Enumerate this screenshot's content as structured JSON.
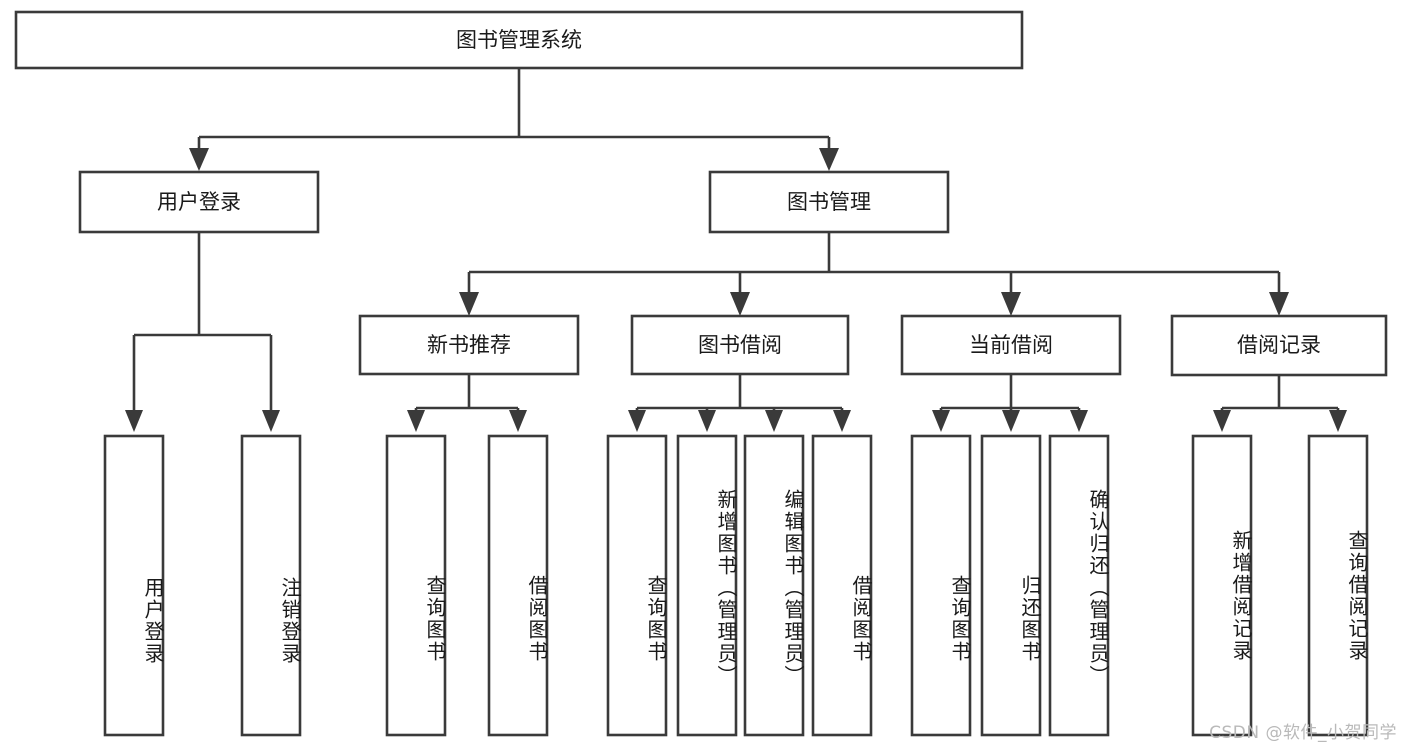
{
  "diagram": {
    "type": "tree-hierarchy",
    "title": "图书管理系统",
    "watermark": "CSDN @软件_小贺同学",
    "colors": {
      "stroke": "#3a3a3a",
      "fill": "#ffffff",
      "text": "#1a1a1a",
      "watermark": "#b9b9b9",
      "background": "#ffffff"
    },
    "levels": {
      "level1": [
        {
          "id": "root",
          "label": "图书管理系统"
        }
      ],
      "level2": [
        {
          "id": "user-login",
          "label": "用户登录",
          "parent": "root"
        },
        {
          "id": "book-manage",
          "label": "图书管理",
          "parent": "root"
        }
      ],
      "level3": [
        {
          "id": "new-book-recommend",
          "label": "新书推荐",
          "parent": "book-manage"
        },
        {
          "id": "book-borrow",
          "label": "图书借阅",
          "parent": "book-manage"
        },
        {
          "id": "current-borrow",
          "label": "当前借阅",
          "parent": "book-manage"
        },
        {
          "id": "borrow-record",
          "label": "借阅记录",
          "parent": "book-manage"
        }
      ],
      "leaves": [
        {
          "id": "leaf-user-login",
          "label": "用户登录",
          "parent": "user-login"
        },
        {
          "id": "leaf-logout-login",
          "label": "注销登录",
          "parent": "user-login"
        },
        {
          "id": "leaf-query-book-1",
          "label": "查询图书",
          "parent": "new-book-recommend"
        },
        {
          "id": "leaf-borrow-book-1",
          "label": "借阅图书",
          "parent": "new-book-recommend"
        },
        {
          "id": "leaf-query-book-2",
          "label": "查询图书",
          "parent": "book-borrow"
        },
        {
          "id": "leaf-add-book",
          "label": "新增图书（管理员）",
          "parent": "book-borrow"
        },
        {
          "id": "leaf-edit-book",
          "label": "编辑图书（管理员）",
          "parent": "book-borrow"
        },
        {
          "id": "leaf-borrow-book-2",
          "label": "借阅图书",
          "parent": "book-borrow"
        },
        {
          "id": "leaf-query-book-3",
          "label": "查询图书",
          "parent": "current-borrow"
        },
        {
          "id": "leaf-return-book",
          "label": "归还图书",
          "parent": "current-borrow"
        },
        {
          "id": "leaf-confirm-return",
          "label": "确认归还（管理员）",
          "parent": "current-borrow"
        },
        {
          "id": "leaf-add-record",
          "label": "新增借阅记录",
          "parent": "borrow-record"
        },
        {
          "id": "leaf-query-record",
          "label": "查询借阅记录",
          "parent": "borrow-record"
        }
      ]
    }
  }
}
